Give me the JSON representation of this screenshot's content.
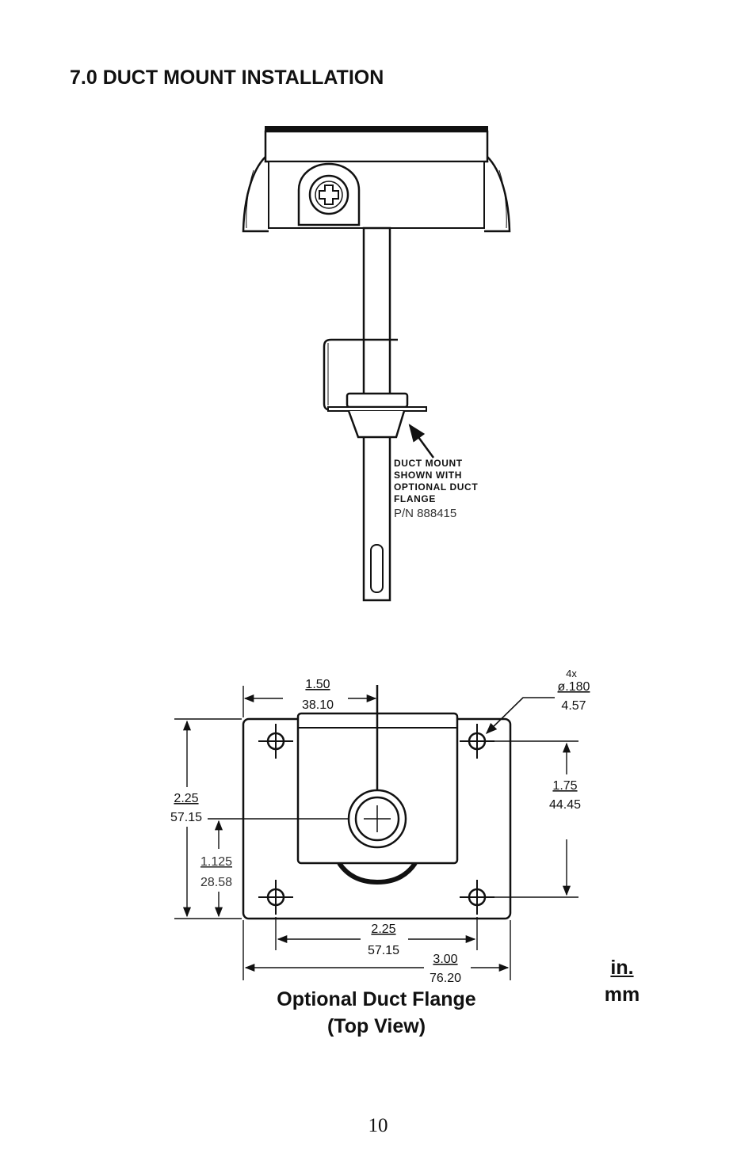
{
  "page": {
    "title": "7.0 DUCT MOUNT INSTALLATION",
    "page_number": "10"
  },
  "side_view": {
    "callout_lines": [
      "DUCT MOUNT",
      "SHOWN WITH",
      "OPTIONAL DUCT",
      "FLANGE"
    ],
    "part_number": "P/N 888415"
  },
  "top_view": {
    "caption_line1": "Optional Duct Flange",
    "caption_line2": "(Top View)",
    "units_in": "in.",
    "units_mm": "mm",
    "dimensions": {
      "hole_count": "4x",
      "hole_dia_in": "ø.180",
      "hole_dia_mm": "4.57",
      "center_offset_in": "1.50",
      "center_offset_mm": "38.10",
      "height_in": "2.25",
      "height_mm": "57.15",
      "half_height_in": "1.125",
      "half_height_mm": "28.58",
      "hole_vert_in": "1.75",
      "hole_vert_mm": "44.45",
      "hole_horiz_in": "2.25",
      "hole_horiz_mm": "57.15",
      "width_in": "3.00",
      "width_mm": "76.20"
    }
  }
}
